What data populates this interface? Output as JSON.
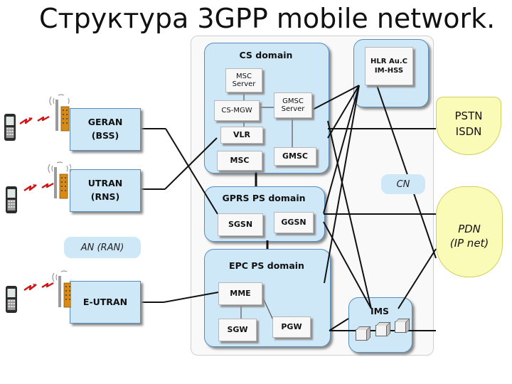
{
  "title": "Структура 3GPP mobile network.",
  "cs_domain": {
    "label": "CS domain",
    "msc_server": "MSC Server",
    "cs_mgw": "CS-MGW",
    "gmsc_server": "GMSC Server",
    "vlr": "VLR",
    "msc": "MSC",
    "gmsc": "GMSC"
  },
  "hlr_box": "HLR Au.C IM-HSS",
  "gprs_domain": {
    "label": "GPRS PS domain",
    "sgsn": "SGSN",
    "ggsn": "GGSN"
  },
  "epc_domain": {
    "label": "EPC PS domain",
    "mme": "MME",
    "sgw": "SGW",
    "pgw": "PGW"
  },
  "ims": {
    "label": "IMS"
  },
  "access": {
    "geran": "GERAN (BSS)",
    "utran": "UTRAN (RNS)",
    "eutran": "E-UTRAN",
    "an_label": "AN (RAN)"
  },
  "cn_label": "CN",
  "pstn": "PSTN ISDN",
  "pdn": {
    "line1": "PDN",
    "line2": "(IP net)"
  },
  "colors": {
    "domain_fill": "#cfe8f8",
    "external_fill": "#fbfbb8",
    "radio_link": "#d21414"
  }
}
